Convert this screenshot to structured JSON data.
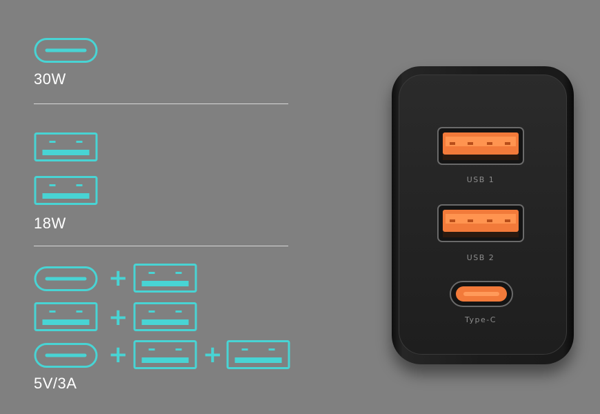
{
  "labels": {
    "group1": "30W",
    "group2": "18W",
    "group3": "5V/3A"
  },
  "plus_symbol": "+",
  "ports": {
    "usb1_label": "USB 1",
    "usb2_label": "USB 2",
    "typec_label": "Type-C"
  },
  "colors": {
    "background": "#808080",
    "icon_accent": "#48d4d4",
    "port_orange": "#f27a3a",
    "charger_body": "#1f1f1f"
  },
  "icons": {
    "usb_c": "usb-c-port-icon",
    "usb_a": "usb-a-port-icon"
  }
}
